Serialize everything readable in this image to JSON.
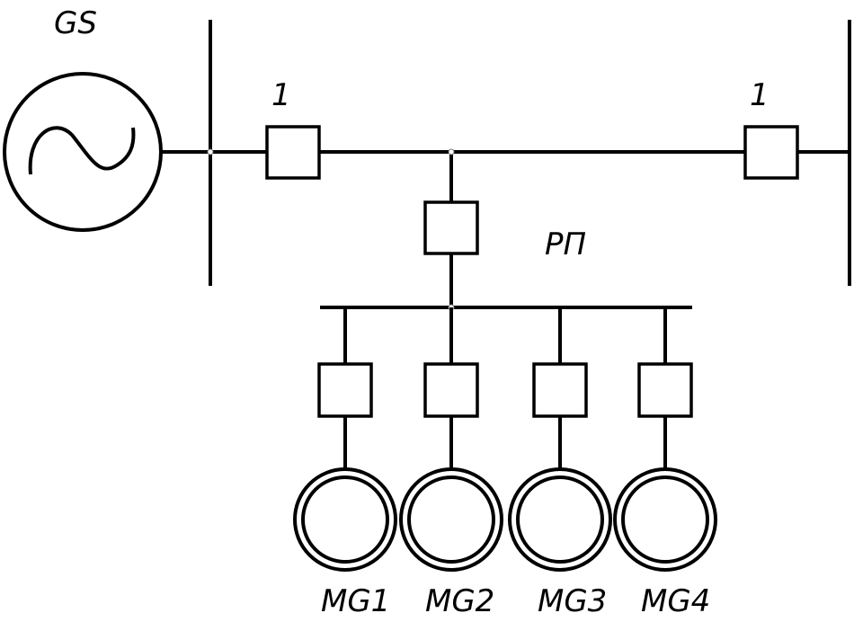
{
  "generator": {
    "label": "GS",
    "symbol": "sine-wave-icon"
  },
  "breakers": {
    "left_label": "1",
    "right_label": "1"
  },
  "distribution_point": {
    "label": "РП"
  },
  "motors": [
    {
      "label": "MG1"
    },
    {
      "label": "MG2"
    },
    {
      "label": "MG3"
    },
    {
      "label": "MG4"
    }
  ],
  "colors": {
    "stroke": "#000000",
    "background": "#ffffff"
  }
}
